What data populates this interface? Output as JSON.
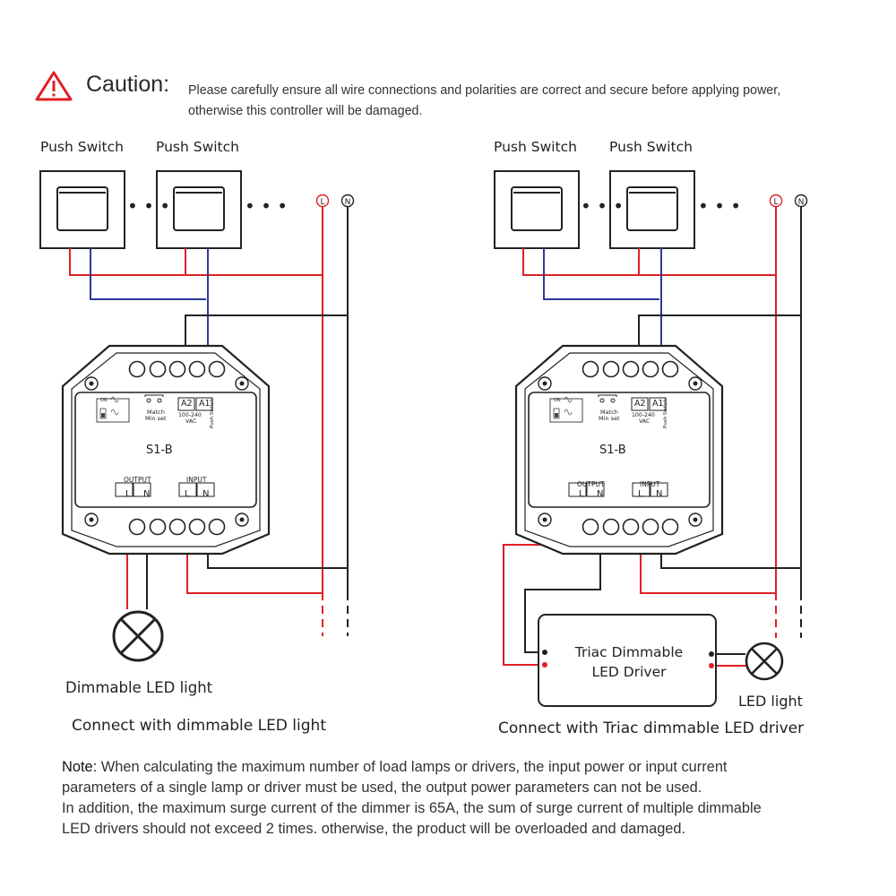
{
  "caution": {
    "title": "Caution:",
    "text_line1": "Please carefully ensure all wire connections and polarities are correct and secure before applying power,",
    "text_line2": "otherwise this controller will be damaged."
  },
  "left_diagram": {
    "switch1_label": "Push Switch",
    "switch2_label": "Push Switch",
    "line_symbol": "L",
    "neutral_symbol": "N",
    "model": "S1-B",
    "output_label": "OUTPUT",
    "input_label": "INPUT",
    "terminal_l": "L",
    "terminal_n": "N",
    "a2": "A2",
    "a1": "A1",
    "vac_line1": "100-240",
    "vac_line2": "VAC",
    "push_switch_small": "Push Switch",
    "match_line1": "Match",
    "match_line2": "Min set",
    "on_label": "ON",
    "load_label": "Dimmable LED light",
    "caption": "Connect with dimmable LED light"
  },
  "right_diagram": {
    "switch1_label": "Push Switch",
    "switch2_label": "Push Switch",
    "line_symbol": "L",
    "neutral_symbol": "N",
    "model": "S1-B",
    "output_label": "OUTPUT",
    "input_label": "INPUT",
    "terminal_l": "L",
    "terminal_n": "N",
    "a2": "A2",
    "a1": "A1",
    "vac_line1": "100-240",
    "vac_line2": "VAC",
    "push_switch_small": "Push Switch",
    "match_line1": "Match",
    "match_line2": "Min set",
    "on_label": "ON",
    "driver_line1": "Triac Dimmable",
    "driver_line2": "LED Driver",
    "load_label": "LED light",
    "caption": "Connect with Triac dimmable LED driver"
  },
  "note": {
    "prefix": "Note:",
    "line1": " When calculating the maximum number of load lamps or drivers, the input power or input current",
    "line2": "parameters of a single lamp or driver must be used, the output power parameters can not be used.",
    "line3": "In addition, the maximum surge current of the dimmer is 65A, the sum of surge current of multiple dimmable",
    "line4": "LED drivers should not exceed 2 times. otherwise, the product will be overloaded and damaged."
  },
  "colors": {
    "live": "#e01f26",
    "neutral": "#222222",
    "signal": "#2b3a9b",
    "outline": "#333333"
  }
}
